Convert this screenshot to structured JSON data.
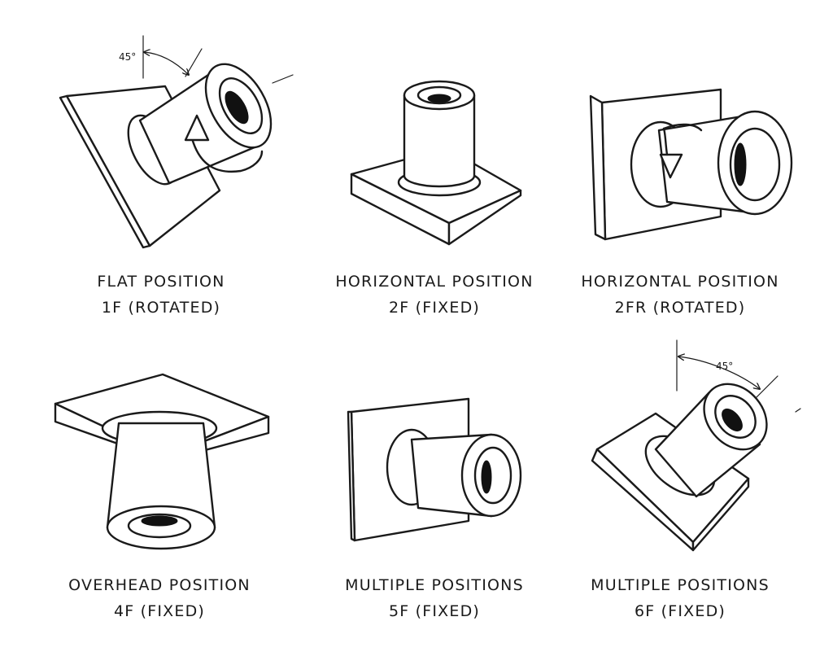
{
  "positions": [
    {
      "id": "1f",
      "name": "FLAT POSITION",
      "code": "1F (ROTATED)",
      "angle": "45°"
    },
    {
      "id": "2f",
      "name": "HORIZONTAL POSITION",
      "code": "2F (FIXED)"
    },
    {
      "id": "2fr",
      "name": "HORIZONTAL POSITION",
      "code": "2FR (ROTATED)"
    },
    {
      "id": "4f",
      "name": "OVERHEAD POSITION",
      "code": "4F (FIXED)"
    },
    {
      "id": "5f",
      "name": "MULTIPLE POSITIONS",
      "code": "5F (FIXED)"
    },
    {
      "id": "6f",
      "name": "MULTIPLE POSITIONS",
      "code": "6F (FIXED)",
      "angle": "45°"
    }
  ]
}
